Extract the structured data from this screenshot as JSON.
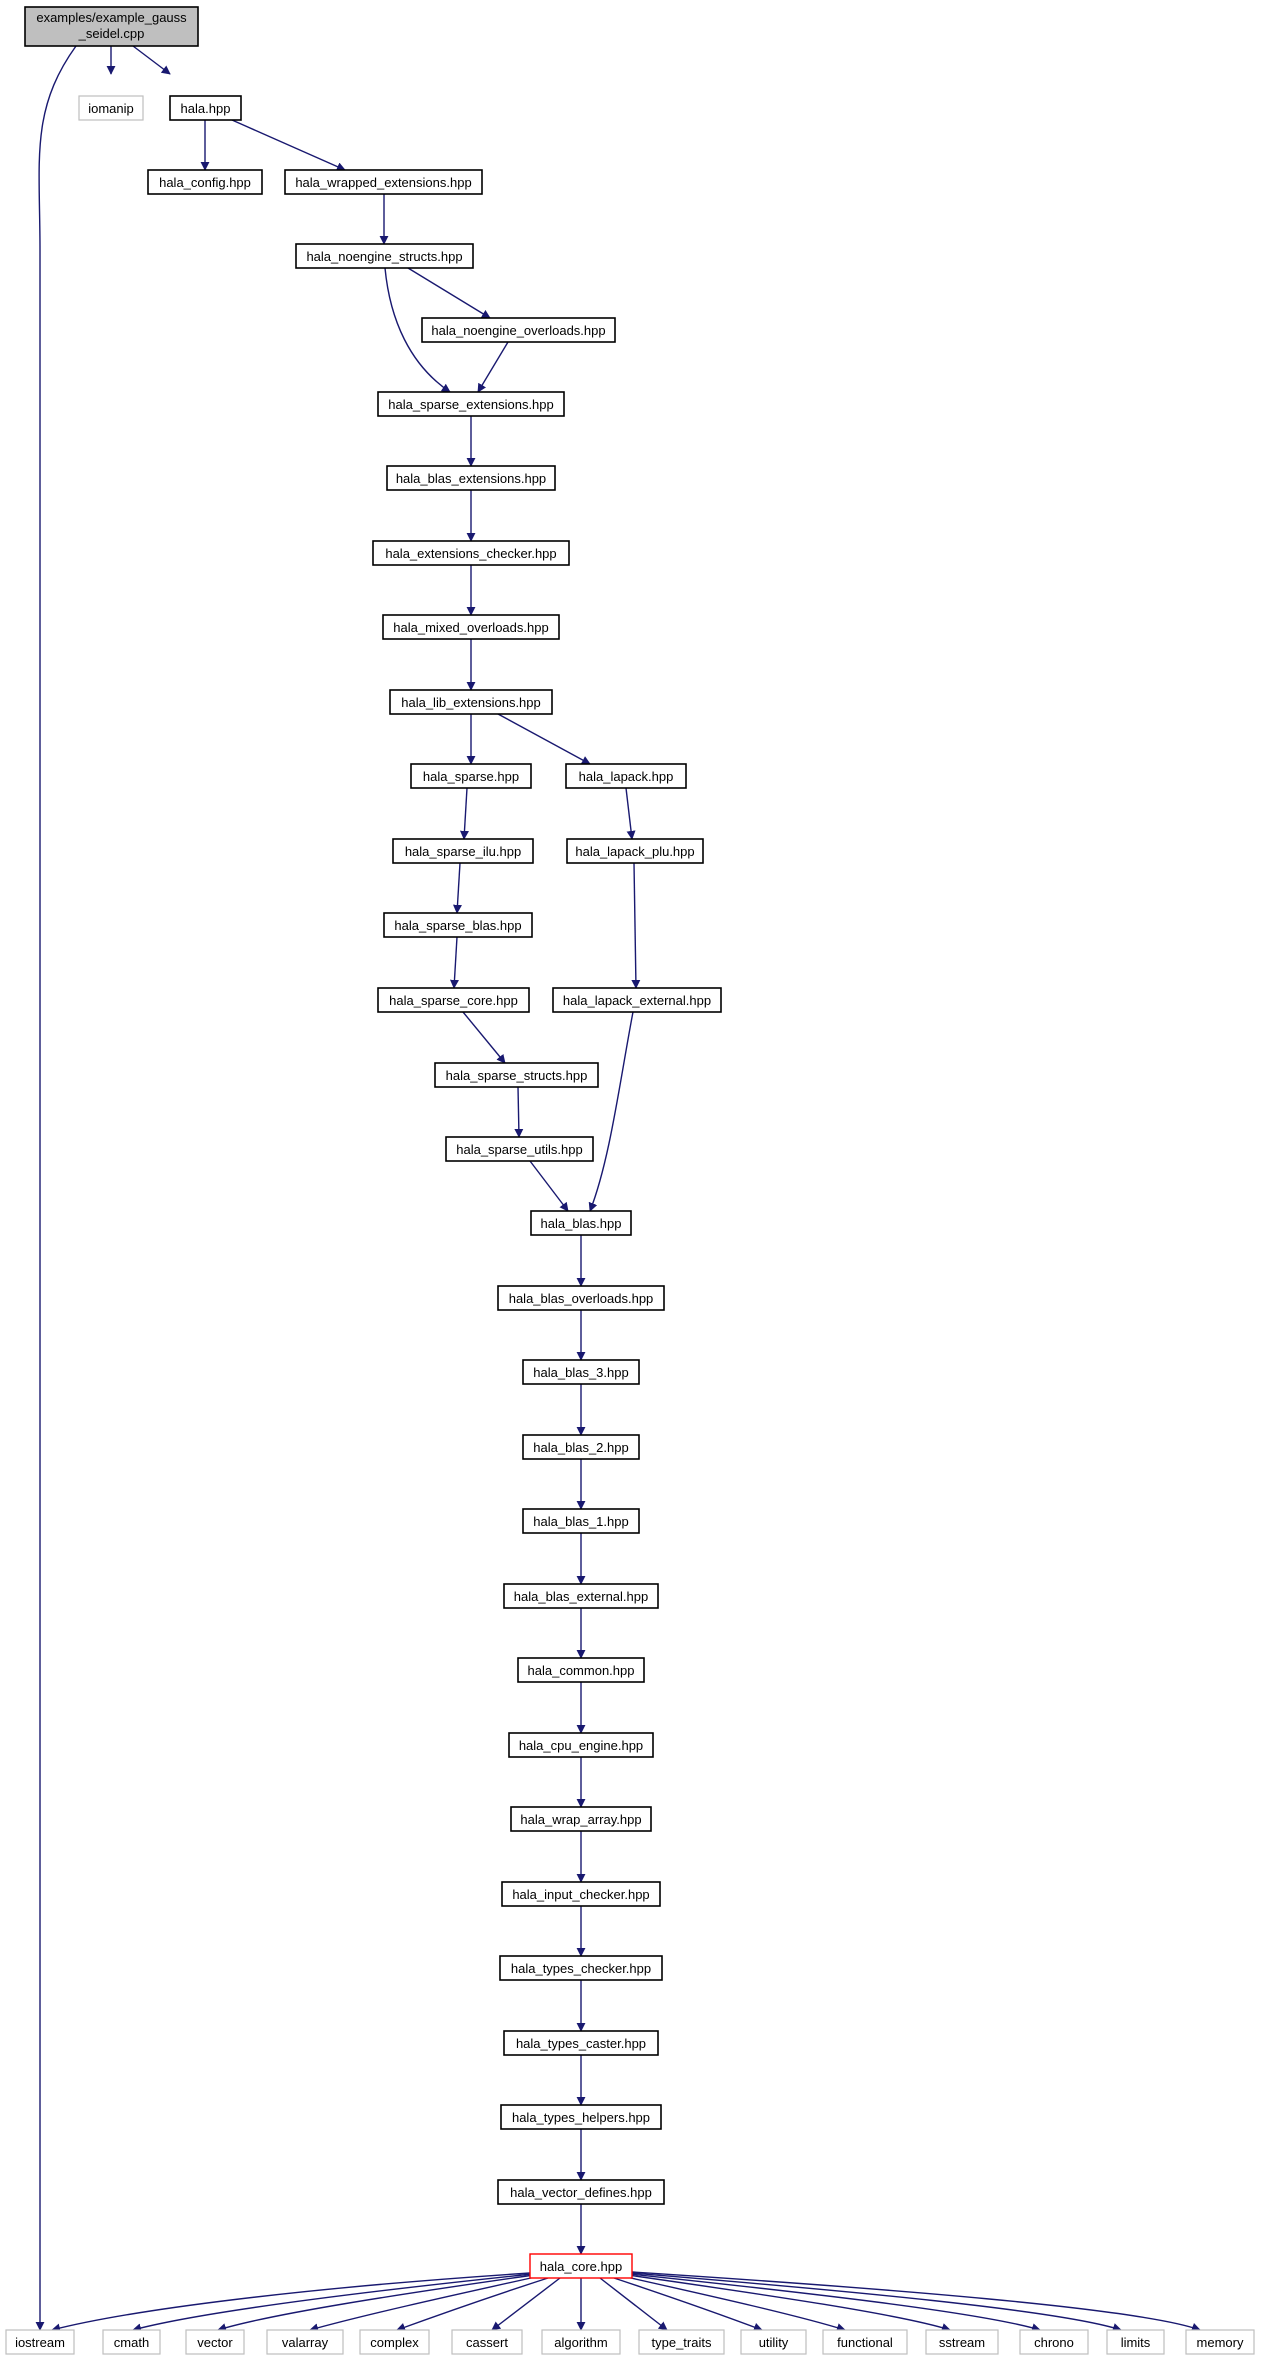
{
  "diagram": {
    "nodes": {
      "root": {
        "line1": "examples/example_gauss",
        "line2": "_seidel.cpp"
      },
      "iomanip": "iomanip",
      "hala": "hala.hpp",
      "hala_config": "hala_config.hpp",
      "hala_wrapped_extensions": "hala_wrapped_extensions.hpp",
      "hala_noengine_structs": "hala_noengine_structs.hpp",
      "hala_noengine_overloads": "hala_noengine_overloads.hpp",
      "hala_sparse_extensions": "hala_sparse_extensions.hpp",
      "hala_blas_extensions": "hala_blas_extensions.hpp",
      "hala_extensions_checker": "hala_extensions_checker.hpp",
      "hala_mixed_overloads": "hala_mixed_overloads.hpp",
      "hala_lib_extensions": "hala_lib_extensions.hpp",
      "hala_sparse": "hala_sparse.hpp",
      "hala_lapack": "hala_lapack.hpp",
      "hala_sparse_ilu": "hala_sparse_ilu.hpp",
      "hala_lapack_plu": "hala_lapack_plu.hpp",
      "hala_sparse_blas": "hala_sparse_blas.hpp",
      "hala_sparse_core": "hala_sparse_core.hpp",
      "hala_lapack_external": "hala_lapack_external.hpp",
      "hala_sparse_structs": "hala_sparse_structs.hpp",
      "hala_sparse_utils": "hala_sparse_utils.hpp",
      "hala_blas": "hala_blas.hpp",
      "hala_blas_overloads": "hala_blas_overloads.hpp",
      "hala_blas_3": "hala_blas_3.hpp",
      "hala_blas_2": "hala_blas_2.hpp",
      "hala_blas_1": "hala_blas_1.hpp",
      "hala_blas_external": "hala_blas_external.hpp",
      "hala_common": "hala_common.hpp",
      "hala_cpu_engine": "hala_cpu_engine.hpp",
      "hala_wrap_array": "hala_wrap_array.hpp",
      "hala_input_checker": "hala_input_checker.hpp",
      "hala_types_checker": "hala_types_checker.hpp",
      "hala_types_caster": "hala_types_caster.hpp",
      "hala_types_helpers": "hala_types_helpers.hpp",
      "hala_vector_defines": "hala_vector_defines.hpp",
      "hala_core": "hala_core.hpp",
      "iostream": "iostream",
      "cmath": "cmath",
      "vector": "vector",
      "valarray": "valarray",
      "complex": "complex",
      "cassert": "cassert",
      "algorithm": "algorithm",
      "type_traits": "type_traits",
      "utility": "utility",
      "functional": "functional",
      "sstream": "sstream",
      "chrono": "chrono",
      "limits": "limits",
      "memory": "memory"
    },
    "colors": {
      "edge": "#191970",
      "root_fill": "#bfbfbf",
      "system_border": "#bfbfbf",
      "core_border": "#ff0000"
    }
  }
}
